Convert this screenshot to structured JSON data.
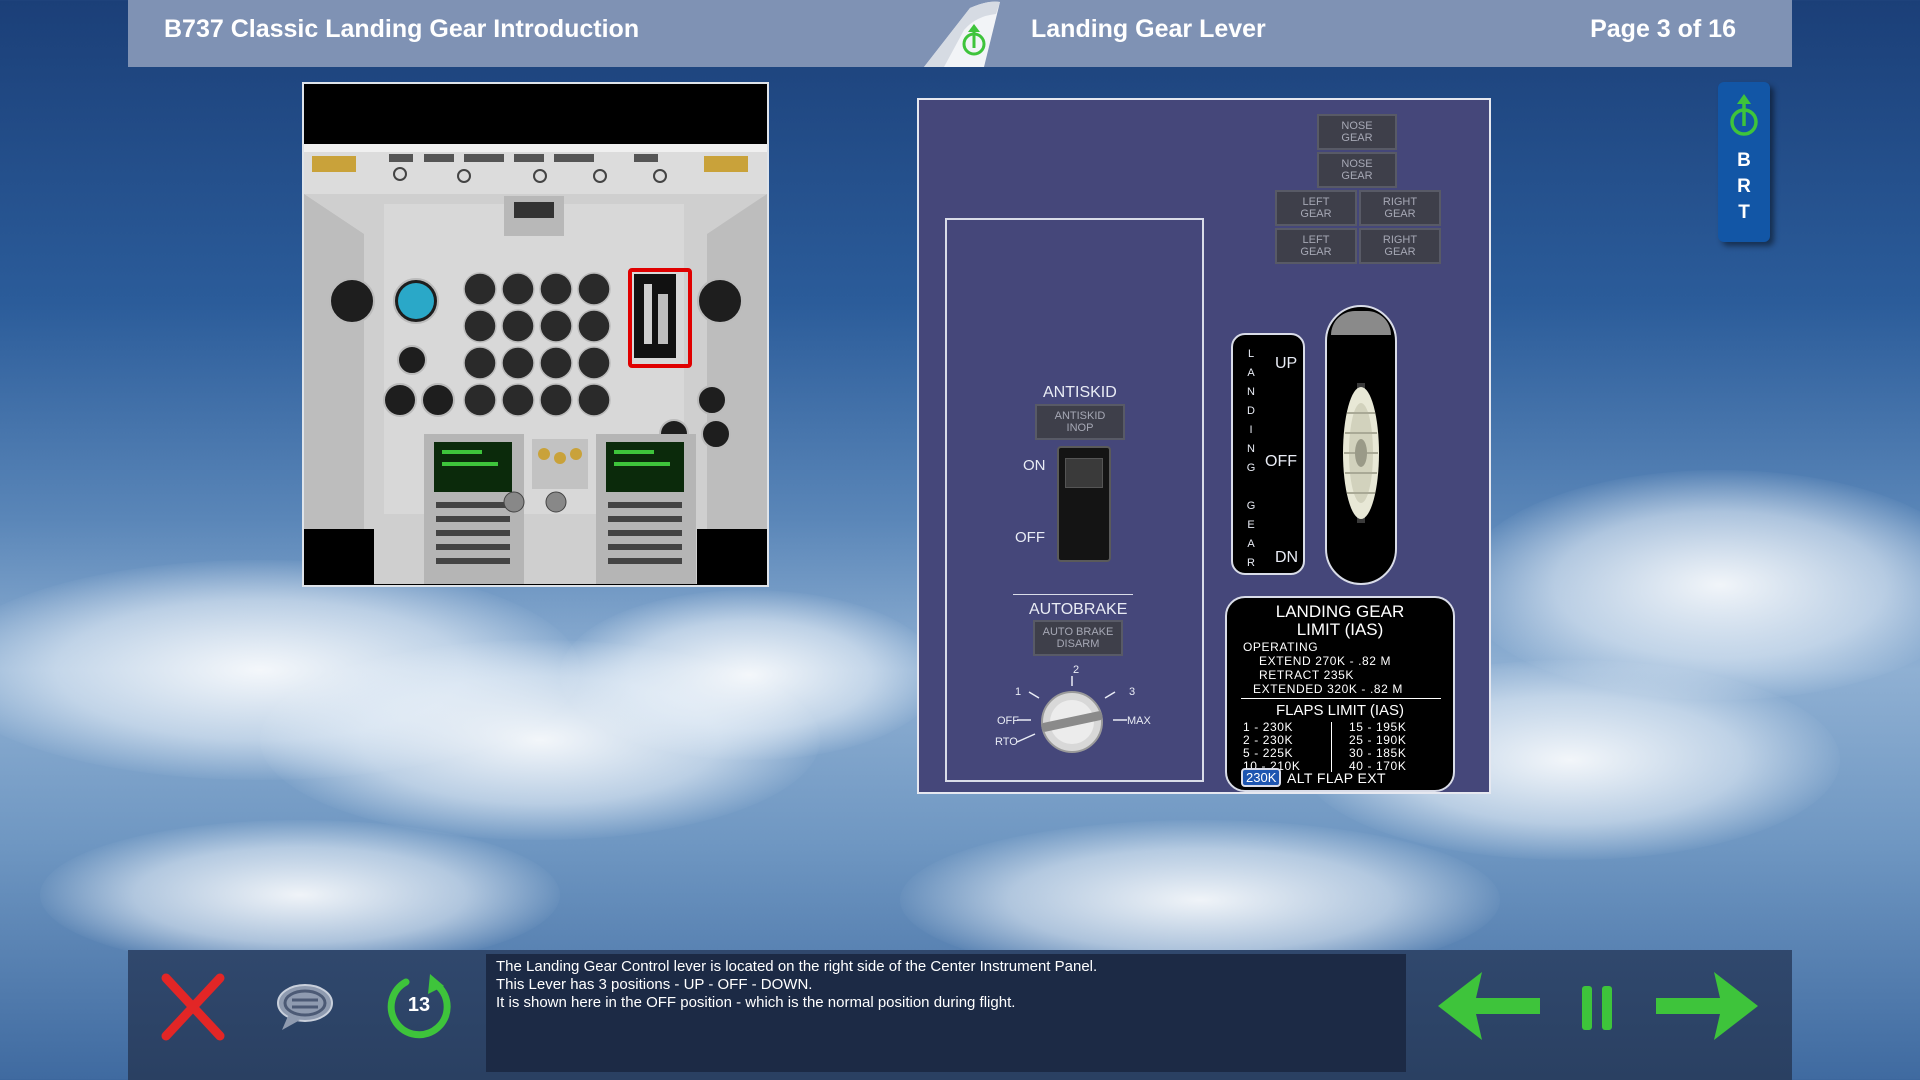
{
  "header": {
    "course_title": "B737 Classic Landing Gear Introduction",
    "lesson_title": "Landing Gear Lever",
    "page_indicator": "Page 3 of 16"
  },
  "brt_badge": {
    "letters": [
      "B",
      "R",
      "T"
    ]
  },
  "panel": {
    "indicators": {
      "nose_gear_1": [
        "NOSE",
        "GEAR"
      ],
      "nose_gear_2": [
        "NOSE",
        "GEAR"
      ],
      "left_gear_1": [
        "LEFT",
        "GEAR"
      ],
      "right_gear_1": [
        "RIGHT",
        "GEAR"
      ],
      "left_gear_2": [
        "LEFT",
        "GEAR"
      ],
      "right_gear_2": [
        "RIGHT",
        "GEAR"
      ]
    },
    "antiskid": {
      "title": "ANTISKID",
      "annunciator": [
        "ANTISKID",
        "INOP"
      ],
      "on_label": "ON",
      "off_label": "OFF"
    },
    "autobrake": {
      "title": "AUTOBRAKE",
      "annunciator": [
        "AUTO BRAKE",
        "DISARM"
      ],
      "positions": {
        "p1": "1",
        "p2": "2",
        "p3": "3",
        "off": "OFF",
        "rto": "RTO",
        "max": "MAX"
      }
    },
    "gear_lever": {
      "vertical_label": [
        "L",
        "A",
        "N",
        "D",
        "I",
        "N",
        "G",
        "",
        "G",
        "E",
        "A",
        "R"
      ],
      "up_label": "UP",
      "off_label": "OFF",
      "dn_label": "DN",
      "position": "OFF"
    },
    "placard": {
      "title_line1": "LANDING GEAR",
      "title_line2": "LIMIT (IAS)",
      "operating": "OPERATING",
      "extend": "EXTEND 270K - .82 M",
      "retract": "RETRACT 235K",
      "extended": "EXTENDED 320K - .82 M",
      "flaps_title": "FLAPS LIMIT (IAS)",
      "flaps_left": [
        "1 - 230K",
        "2 - 230K",
        "5 - 225K",
        "10 - 210K"
      ],
      "flaps_right": [
        "15 - 195K",
        "25 - 190K",
        "30 - 185K",
        "40 - 170K"
      ],
      "alt_flap_value": "230K",
      "alt_flap_label": "ALT FLAP EXT"
    }
  },
  "footer": {
    "caption_lines": [
      "The Landing Gear Control lever is located on the right side of the Center Instrument Panel.",
      "This Lever has 3 positions - UP - OFF - DOWN.",
      "It is shown here in the OFF position - which is the normal position during flight."
    ],
    "replay_count": "13"
  },
  "colors": {
    "header_bg": "#7f92b4",
    "footer_bg": "#2c4366",
    "panel_bg": "#45477a",
    "nav_green": "#3ec43b",
    "exit_red": "#e32626",
    "highlight_red": "#e00000",
    "brt_blue": "#1256a6"
  },
  "icons": {
    "exit": "x-icon",
    "notes": "speech-bubble-icon",
    "replay": "replay-icon",
    "back": "arrow-left-icon",
    "pause": "pause-icon",
    "next": "arrow-right-icon",
    "logo": "tail-fin-logo-icon"
  }
}
